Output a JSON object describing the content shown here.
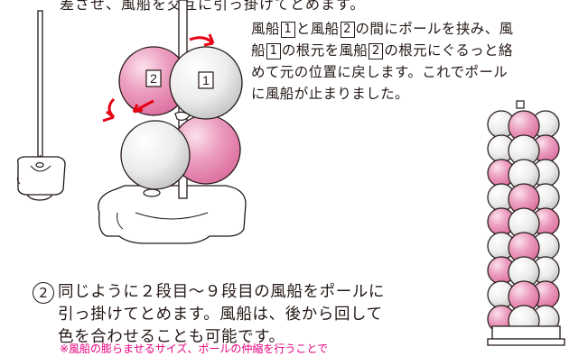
{
  "header": {
    "cut_text": "差させ、風船を交互に引っ掛けてとめます。"
  },
  "step1": {
    "lines": [
      [
        "風船",
        "1",
        "と風船",
        "2",
        "の間にポールを挟み、風"
      ],
      [
        "船",
        "1",
        "の根元を風船",
        "2",
        "の根元にぐるっと絡"
      ],
      [
        "めて元の位置に戻します。これでポール"
      ],
      [
        "に風船が止まりました。"
      ]
    ]
  },
  "illustration": {
    "label_left": "2",
    "label_right": "1"
  },
  "step2": {
    "number": "2",
    "lines": [
      "同じように２段目～９段目の風船をポールに",
      "引っ掛けてとめます。風船は、後から回して",
      "色を合わせることも可能です。"
    ],
    "note": "※風船の膨らませるサイズ、ポールの仲縮を行うことで"
  },
  "colors": {
    "pink": "#e98fb5",
    "white_balloon": "#eeeeee",
    "outline": "#231815",
    "arrow_red": "#e60012",
    "note_pink": "#e6007e"
  }
}
